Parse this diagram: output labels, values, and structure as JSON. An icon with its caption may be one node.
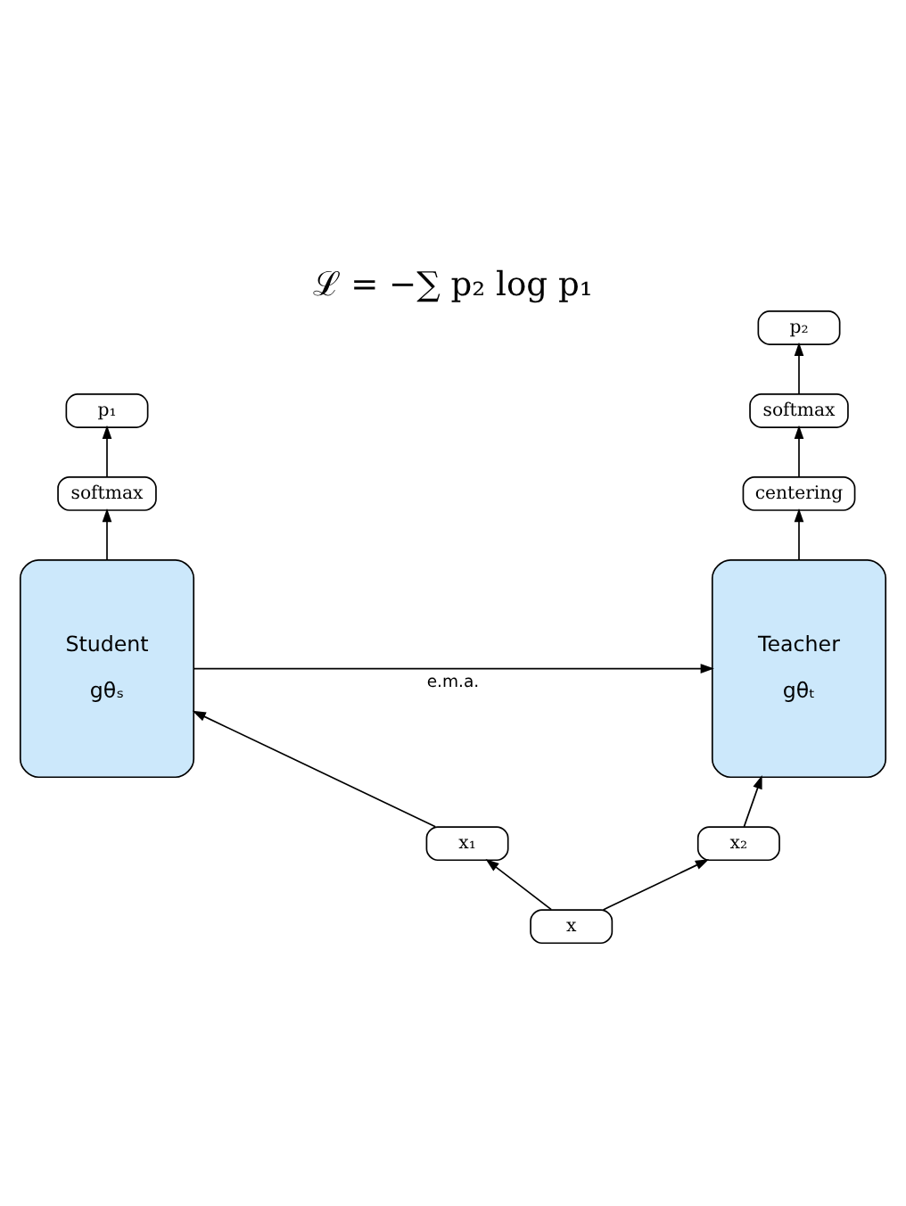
{
  "diagram": {
    "title": "ℒ = −∑ p₂ log p₁",
    "nodes": [
      {
        "text": [
          "p₁"
        ]
      },
      {
        "text": [
          "softmax"
        ]
      },
      {
        "text": [
          "Student",
          "gθₛ"
        ]
      },
      {
        "text": [
          "x₁"
        ]
      },
      {
        "text": [
          "p₂"
        ]
      },
      {
        "text": [
          "softmax"
        ]
      },
      {
        "text": [
          "centering"
        ]
      },
      {
        "text": [
          "Teacher",
          "gθₜ"
        ]
      },
      {
        "text": [
          "x₂"
        ]
      },
      {
        "text": [
          "x"
        ]
      }
    ],
    "edges": [
      {
        "from": 9,
        "to": 3,
        "arrow": "to"
      },
      {
        "from": 9,
        "to": 8,
        "arrow": "to"
      },
      {
        "from": 3,
        "to": 2,
        "arrow": "to"
      },
      {
        "from": 8,
        "to": 7,
        "arrow": "to"
      },
      {
        "from": 2,
        "to": 1,
        "arrow": "to"
      },
      {
        "from": 1,
        "to": 0,
        "arrow": "to"
      },
      {
        "from": 7,
        "to": 6,
        "arrow": "to"
      },
      {
        "from": 6,
        "to": 5,
        "arrow": "to"
      },
      {
        "from": 5,
        "to": 4,
        "arrow": "to"
      },
      {
        "from": 2,
        "to": 7,
        "arrow": "to",
        "label": "e.m.a."
      }
    ]
  }
}
